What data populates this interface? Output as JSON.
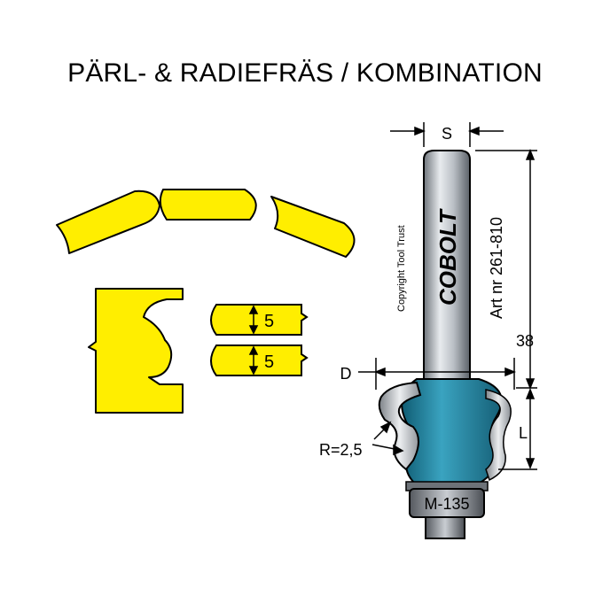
{
  "title": "PÄRL- & RADIEFRÄS / KOMBINATION",
  "labels": {
    "s": "S",
    "d": "D",
    "l": "L",
    "length_38": "38",
    "radius": "R=2,5",
    "profile_5_top": "5",
    "profile_5_bottom": "5",
    "brand": "COBOLT",
    "copyright": "Copyright Tool Trust",
    "article": "Art nr 261-810",
    "bearing_code": "M-135"
  },
  "colors": {
    "wood_yellow": "#ffee00",
    "cutter_blue": "#1e7d98",
    "shank_gray": "#9aa0a8",
    "outline": "#000000"
  }
}
